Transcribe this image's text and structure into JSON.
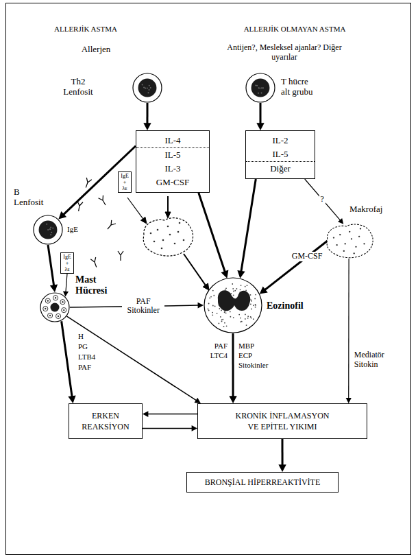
{
  "diagram": {
    "nodes": [
      {
        "text": [
          "Th2 Lenfosit"
        ]
      },
      {
        "text": [
          "T hücre alt grubu"
        ]
      },
      {
        "text": [
          "IL-4",
          "IL-5",
          "IL-3",
          "GM-CSF"
        ]
      },
      {
        "text": [
          "IL-2",
          "IL-5",
          "Diğer"
        ]
      },
      {
        "text": [
          "IgE",
          "+",
          "λε"
        ]
      },
      {
        "text": [
          "Makrofaj"
        ]
      },
      {
        "text": [
          "B Lenfosit"
        ]
      },
      {
        "text": [
          "IgE",
          "+",
          "λε"
        ]
      },
      {
        "text": [
          "Mast Hücresi"
        ]
      },
      {
        "text": [
          "Eozinofil"
        ]
      },
      {
        "text": [
          "ERKEN REAKSİYON"
        ]
      },
      {
        "text": [
          "KRONİK İNFLAMASYON VE EPİTEL YIKIMI"
        ]
      },
      {
        "text": [
          "BRONŞİAL HİPERREAKTİVİTE"
        ]
      }
    ],
    "edges": [
      {
        "from": 0,
        "to": 2,
        "arrow": "to"
      },
      {
        "from": 1,
        "to": 3,
        "arrow": "to"
      },
      {
        "from": 2,
        "to": 6,
        "arrow": "to"
      },
      {
        "from": 2,
        "to": 9,
        "arrow": "to"
      },
      {
        "from": 3,
        "to": 9,
        "arrow": "to"
      },
      {
        "from": 3,
        "to": 5,
        "label": "?",
        "arrow": "to"
      },
      {
        "from": 5,
        "to": 9,
        "label": "GM-CSF",
        "arrow": "to"
      },
      {
        "from": 5,
        "to": 11,
        "label": "Mediatör Sitokin",
        "arrow": "to"
      },
      {
        "from": 6,
        "to": 8,
        "arrow": "to"
      },
      {
        "from": 7,
        "to": 8,
        "arrow": "to"
      },
      {
        "from": 8,
        "to": 9,
        "label": "PAF Sitokinler",
        "arrow": "to"
      },
      {
        "from": 8,
        "to": 10,
        "arrow": "to"
      },
      {
        "from": 8,
        "to": 11,
        "arrow": "to"
      },
      {
        "from": 9,
        "to": 11,
        "arrow": "to"
      },
      {
        "from": 11,
        "to": 10,
        "arrow": "to"
      },
      {
        "from": 10,
        "to": 11,
        "arrow": "to"
      },
      {
        "from": 11,
        "to": 12,
        "arrow": "to"
      }
    ],
    "labels": [
      "ALLERJİK ASTMA",
      "ALLERJİK OLMAYAN ASTMA",
      "Allerjen",
      "Antijen?, Mesleksel ajanlar? Diğer uyarılar",
      "IgE",
      "H",
      "PG",
      "LTB4",
      "PAF",
      "PAF",
      "LTC4",
      "MBP",
      "ECP",
      "Sitokinler"
    ]
  }
}
